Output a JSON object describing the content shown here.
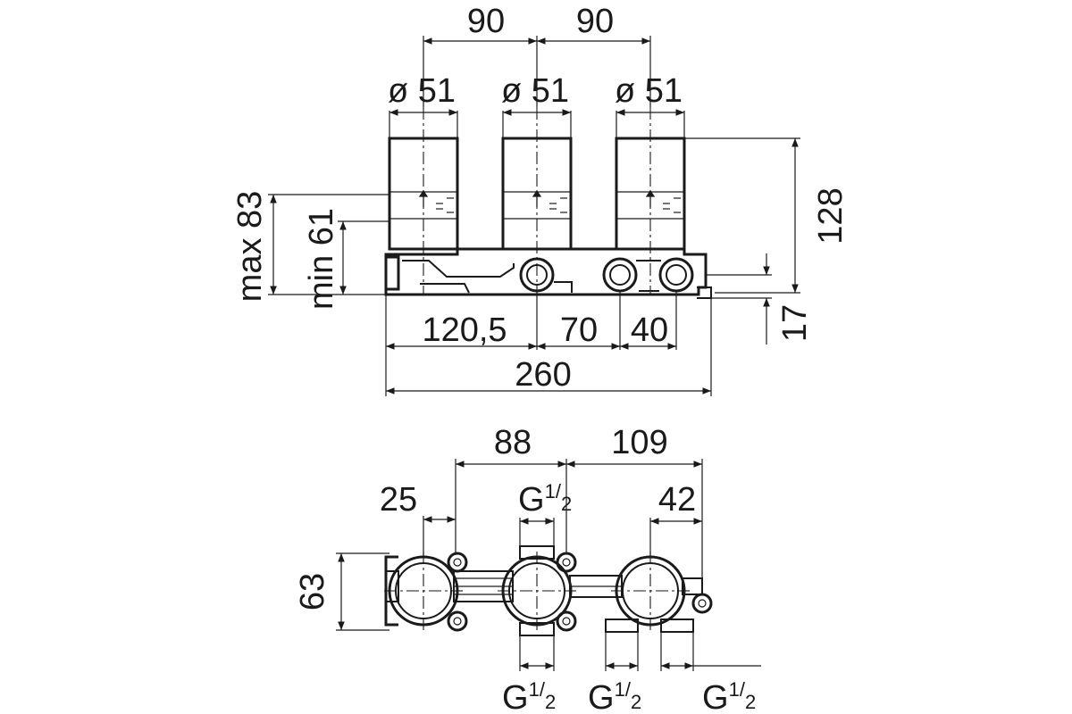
{
  "front_view": {
    "spacing_left": "90",
    "spacing_right": "90",
    "diameter_1": "ø 51",
    "diameter_2": "ø 51",
    "diameter_3": "ø 51",
    "height_total": "128",
    "depth_max": "max 83",
    "depth_min": "min 61",
    "base_offset": "17",
    "segment_1": "120,5",
    "segment_2": "70",
    "segment_3": "40",
    "width_total": "260"
  },
  "top_view": {
    "spacing_1": "88",
    "spacing_2": "109",
    "offset_left": "25",
    "offset_right": "42",
    "height": "63",
    "thread_top": {
      "main": "G",
      "num": "1",
      "den": "2"
    },
    "thread_bottom_1": {
      "main": "G",
      "num": "1",
      "den": "2"
    },
    "thread_bottom_2": {
      "main": "G",
      "num": "1",
      "den": "2"
    },
    "thread_bottom_3": {
      "main": "G",
      "num": "1",
      "den": "2"
    }
  }
}
